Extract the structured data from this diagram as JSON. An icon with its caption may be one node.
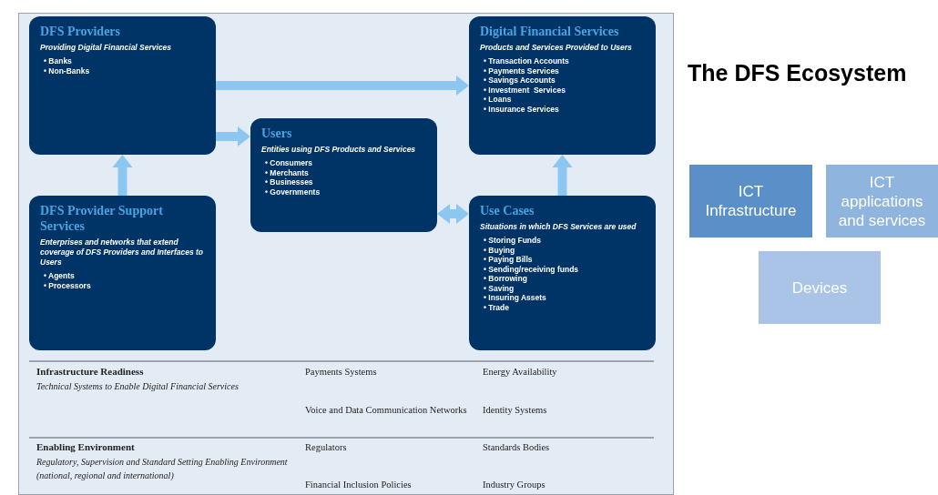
{
  "diagram": {
    "title": "The DFS Ecosystem",
    "nodes": [
      {
        "text": [
          "DFS Providers",
          "Providing Digital Financial Services",
          "• Banks",
          "• Non-Banks"
        ]
      },
      {
        "text": [
          "Users",
          "Entities using DFS Products and Services",
          "• Consumers",
          "• Merchants",
          "• Businesses",
          "• Governments"
        ]
      },
      {
        "text": [
          "Digital Financial Services",
          "Products and Services Provided to Users",
          "• Transaction Accounts",
          "• Payments Services",
          "• Savings Accounts",
          "• Investment  Services",
          "• Loans",
          "• Insurance Services"
        ]
      },
      {
        "text": [
          "DFS Provider Support Services",
          "Enterprises and networks that extend coverage of DFS Providers and Interfaces to Users",
          "• Agents",
          "• Processors"
        ]
      },
      {
        "text": [
          "Use Cases",
          "Situations in which DFS Services are used",
          "• Storing Funds",
          "• Buying",
          "• Paying Bills",
          "• Sending/receiving funds",
          "• Borrowing",
          "• Saving",
          "• Insuring Assets",
          "• Trade"
        ]
      },
      {
        "text": [
          "ICT Infrastructure"
        ]
      },
      {
        "text": [
          "ICT applications and services"
        ]
      },
      {
        "text": [
          "Devices"
        ]
      }
    ],
    "edges": [
      {
        "from": 3,
        "to": 0,
        "arrow": "to"
      },
      {
        "from": 0,
        "to": 2,
        "arrow": "to"
      },
      {
        "from": 0,
        "to": 1,
        "arrow": "to"
      },
      {
        "from": 4,
        "to": 2,
        "arrow": "to"
      },
      {
        "from": 1,
        "to": 4,
        "arrow": "both"
      }
    ],
    "labels": [
      "Infrastructure Readiness",
      "Technical Systems to Enable Digital Financial Services",
      "Payments Systems",
      "Energy Availability",
      "Voice and Data Communication Networks",
      "Identity Systems",
      "Enabling Environment",
      "Regulatory, Supervision and Standard Setting Enabling Environment (national, regional and international)",
      "Regulators",
      "Standards Bodies",
      "Financial Inclusion Policies",
      "Industry Groups"
    ]
  }
}
